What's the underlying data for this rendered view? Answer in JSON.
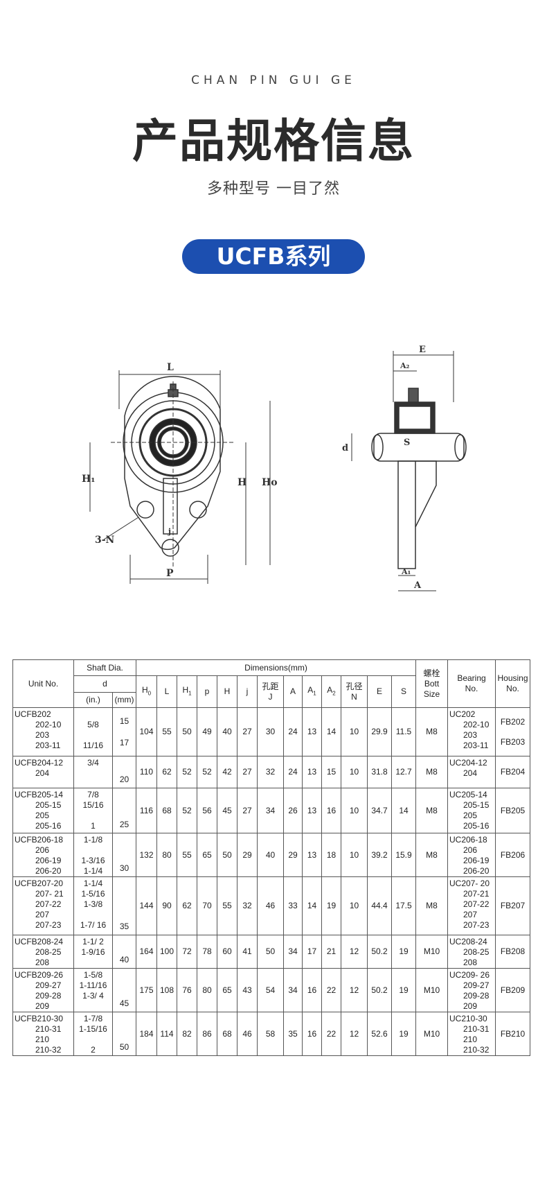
{
  "header": {
    "pinyin": "CHAN PIN GUI GE",
    "title": "产品规格信息",
    "subtitle": "多种型号 一目了然",
    "badge": "UCFB系列"
  },
  "drawing": {
    "left_labels": {
      "L": "L",
      "H1": "H₁",
      "H": "H",
      "H0": "Ho",
      "j": "j",
      "N": "3-N",
      "P": "P"
    },
    "right_labels": {
      "E": "E",
      "A2": "A₂",
      "S": "S",
      "d": "d",
      "A1": "A₁",
      "A": "A"
    }
  },
  "table": {
    "headers": {
      "unit": "Unit No.",
      "shaft": "Shaft Dia.",
      "d": "d",
      "inch": "(in.)",
      "mm": "(mm)",
      "dimensions": "Dimensions(mm)",
      "H0": "H",
      "H0_sub": "0",
      "L": "L",
      "H1": "H",
      "H1_sub": "1",
      "p": "p",
      "H": "H",
      "j": "j",
      "J_cn": "孔距",
      "J": "J",
      "A": "A",
      "A1": "A",
      "A1_sub": "1",
      "A2": "A",
      "A2_sub": "2",
      "N_cn": "孔径",
      "N": "N",
      "E": "E",
      "S": "S",
      "bolt_cn": "螺栓",
      "bolt_en1": "Bott",
      "bolt_en2": "Size",
      "bearing1": "Bearing",
      "bearing2": "No.",
      "housing1": "Housing",
      "housing2": "No."
    },
    "groups": [
      {
        "units": [
          "UCFB202",
          "202-10",
          "203",
          "203-11"
        ],
        "inches": [
          "",
          "5/8",
          "",
          "11/16"
        ],
        "mm": [
          "15",
          "17"
        ],
        "dims": [
          "104",
          "55",
          "50",
          "49",
          "40",
          "27",
          "30",
          "24",
          "13",
          "14",
          "10",
          "29.9",
          "11.5"
        ],
        "bolt": "M8",
        "bearings": [
          "UC202",
          "202-10",
          "203",
          "203-11"
        ],
        "housings": [
          "FB202",
          "FB203"
        ]
      },
      {
        "units": [
          "UCFB204-12",
          "204"
        ],
        "inches": [
          "3/4",
          ""
        ],
        "mm": [
          "20"
        ],
        "dims": [
          "110",
          "62",
          "52",
          "52",
          "42",
          "27",
          "32",
          "24",
          "13",
          "15",
          "10",
          "31.8",
          "12.7"
        ],
        "bolt": "M8",
        "bearings": [
          "UC204-12",
          "204"
        ],
        "housings": [
          "FB204"
        ]
      },
      {
        "units": [
          "UCFB205-14",
          "205-15",
          "205",
          "205-16"
        ],
        "inches": [
          "7/8",
          "15/16",
          "",
          "1"
        ],
        "mm": [
          "25"
        ],
        "dims": [
          "116",
          "68",
          "52",
          "56",
          "45",
          "27",
          "34",
          "26",
          "13",
          "16",
          "10",
          "34.7",
          "14"
        ],
        "bolt": "M8",
        "bearings": [
          "UC205-14",
          "205-15",
          "205",
          "205-16"
        ],
        "housings": [
          "FB205"
        ]
      },
      {
        "units": [
          "UCFB206-18",
          "206",
          "206-19",
          "206-20"
        ],
        "inches": [
          "1-1/8",
          "",
          "1-3/16",
          "1-1/4"
        ],
        "mm": [
          "30"
        ],
        "dims": [
          "132",
          "80",
          "55",
          "65",
          "50",
          "29",
          "40",
          "29",
          "13",
          "18",
          "10",
          "39.2",
          "15.9"
        ],
        "bolt": "M8",
        "bearings": [
          "UC206-18",
          "206",
          "206-19",
          "206-20"
        ],
        "housings": [
          "FB206"
        ]
      },
      {
        "units": [
          "UCFB207-20",
          "207- 21",
          "207-22",
          "207",
          "207-23"
        ],
        "inches": [
          "1-1/4",
          "1-5/16",
          "1-3/8",
          "",
          "1-7/ 16"
        ],
        "mm": [
          "35"
        ],
        "dims": [
          "144",
          "90",
          "62",
          "70",
          "55",
          "32",
          "46",
          "33",
          "14",
          "19",
          "10",
          "44.4",
          "17.5"
        ],
        "bolt": "M8",
        "bearings": [
          "UC207- 20",
          "207-21",
          "207-22",
          "207",
          "207-23"
        ],
        "housings": [
          "FB207"
        ]
      },
      {
        "units": [
          "UCFB208-24",
          "208-25",
          "208"
        ],
        "inches": [
          "1-1/ 2",
          "1-9/16",
          ""
        ],
        "mm": [
          "40"
        ],
        "dims": [
          "164",
          "100",
          "72",
          "78",
          "60",
          "41",
          "50",
          "34",
          "17",
          "21",
          "12",
          "50.2",
          "19"
        ],
        "bolt": "M10",
        "bearings": [
          "UC208-24",
          "208-25",
          "208"
        ],
        "housings": [
          "FB208"
        ]
      },
      {
        "units": [
          "UCFB209-26",
          "209-27",
          "209-28",
          "209"
        ],
        "inches": [
          "1-5/8",
          "1-11/16",
          "1-3/ 4",
          ""
        ],
        "mm": [
          "45"
        ],
        "dims": [
          "175",
          "108",
          "76",
          "80",
          "65",
          "43",
          "54",
          "34",
          "16",
          "22",
          "12",
          "50.2",
          "19"
        ],
        "bolt": "M10",
        "bearings": [
          "UC209- 26",
          "209-27",
          "209-28",
          "209"
        ],
        "housings": [
          "FB209"
        ]
      },
      {
        "units": [
          "UCFB210-30",
          "210-31",
          "210",
          "210-32"
        ],
        "inches": [
          "1-7/8",
          "1-15/16",
          "",
          "2"
        ],
        "mm": [
          "50"
        ],
        "dims": [
          "184",
          "114",
          "82",
          "86",
          "68",
          "46",
          "58",
          "35",
          "16",
          "22",
          "12",
          "52.6",
          "19"
        ],
        "bolt": "M10",
        "bearings": [
          "UC210-30",
          "210-31",
          "210",
          "210-32"
        ],
        "housings": [
          "FB210"
        ]
      }
    ]
  }
}
